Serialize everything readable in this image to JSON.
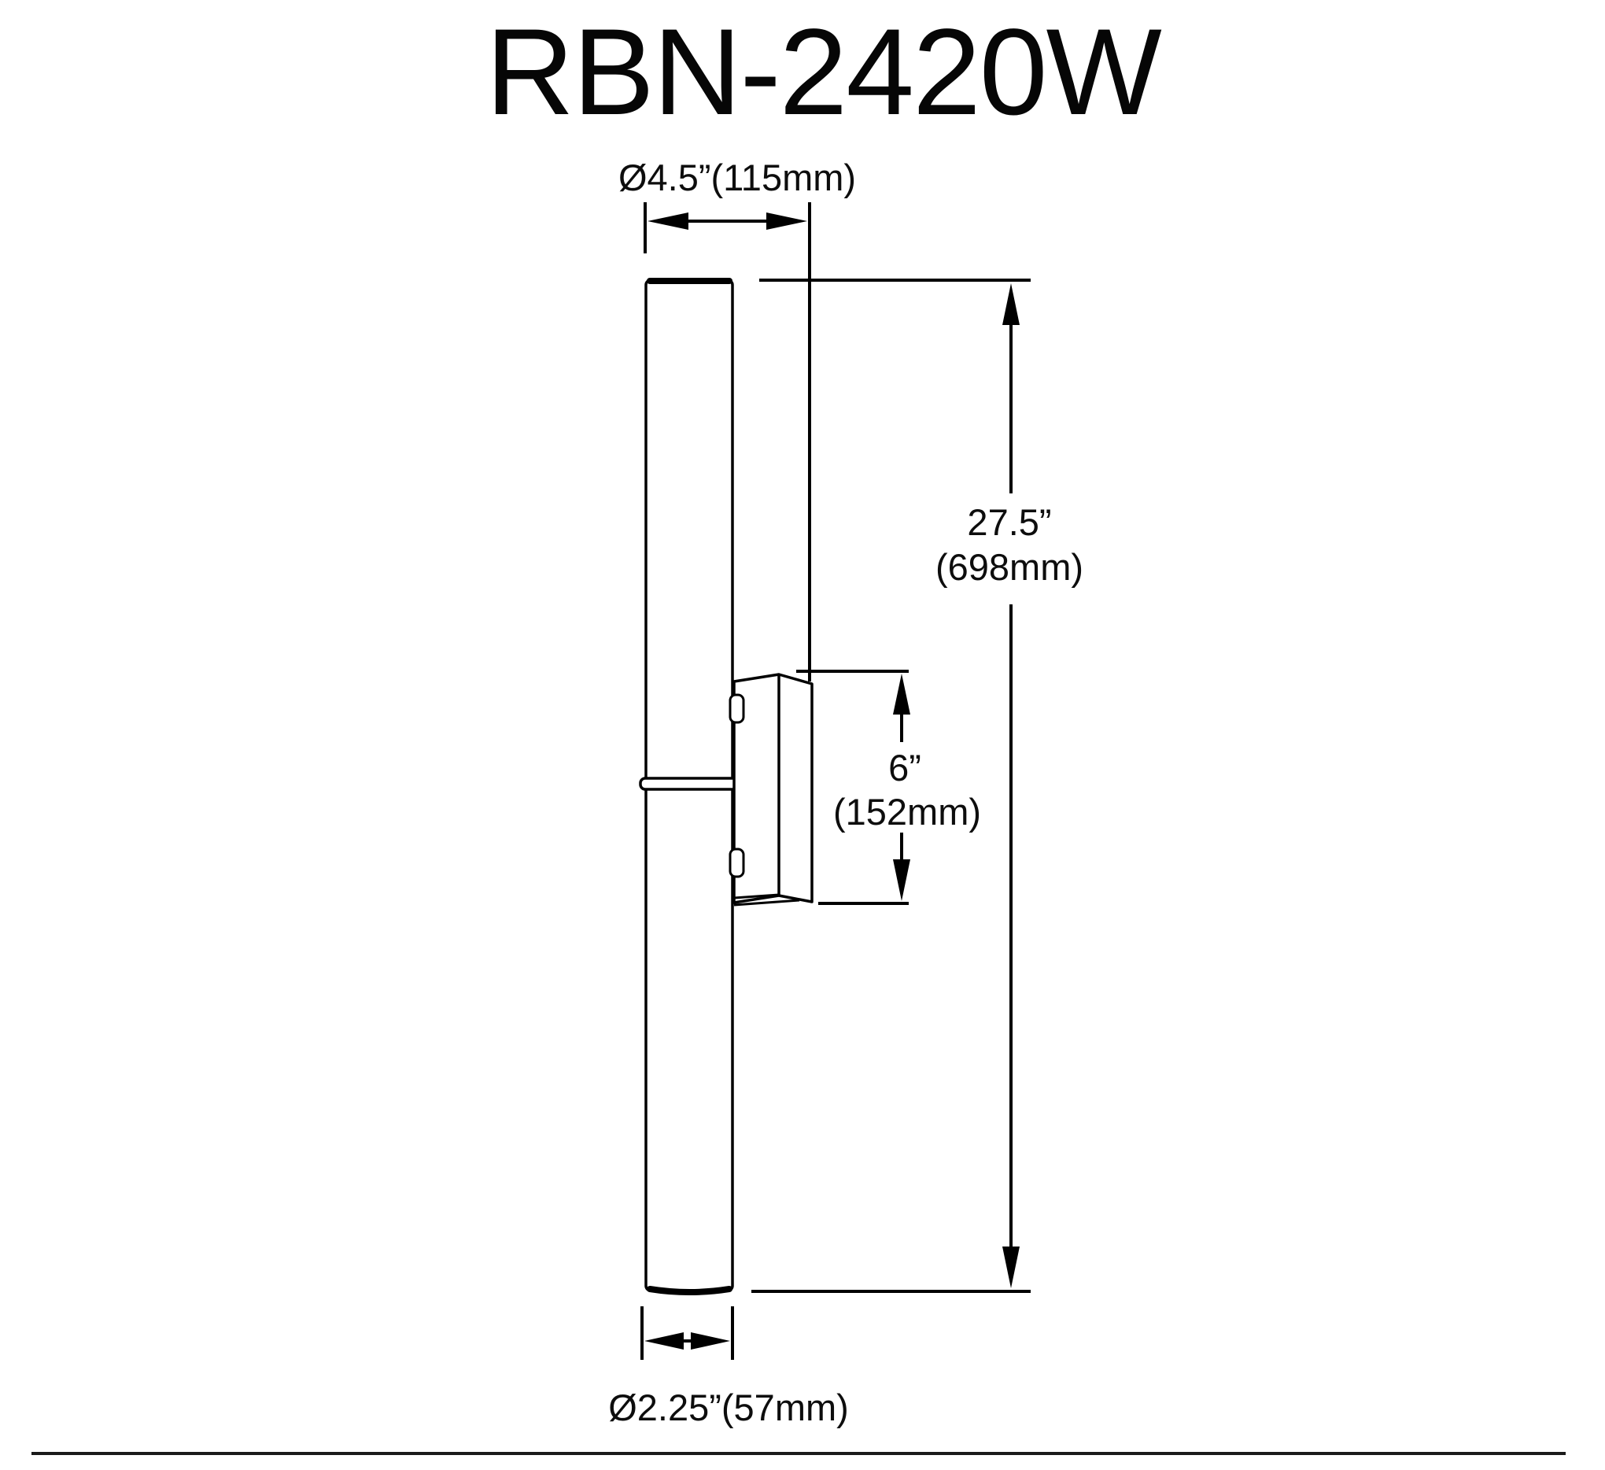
{
  "title": "RBN-2420W",
  "dimensions": {
    "overall_width": {
      "label": "Ø4.5”(115mm)"
    },
    "overall_height": {
      "inches": "27.5”",
      "mm": "(698mm)"
    },
    "backplate_height": {
      "inches": "6”",
      "mm": "(152mm)"
    },
    "tube_diameter": {
      "label": "Ø2.25”(57mm)"
    }
  },
  "colors": {
    "line": "#000000",
    "background": "#ffffff"
  }
}
